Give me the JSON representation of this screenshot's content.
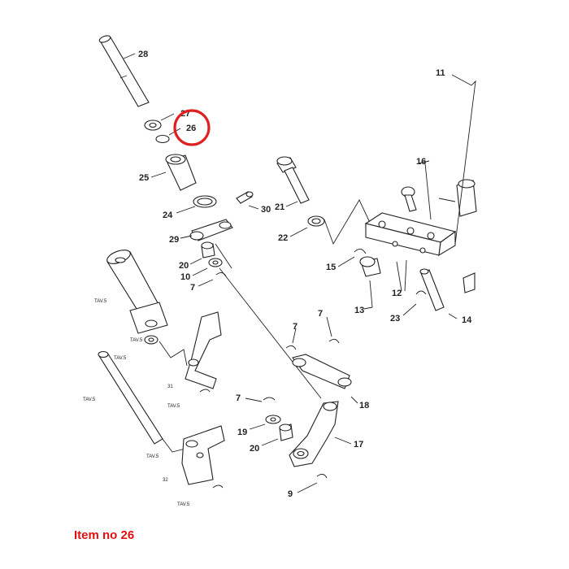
{
  "diagram": {
    "highlight_label": "26",
    "highlight_color": "#e02020",
    "callouts": {
      "c28": "28",
      "c27": "27",
      "c26": "26",
      "c25": "25",
      "c24": "24",
      "c30": "30",
      "c29": "29",
      "c20a": "20",
      "c10": "10",
      "c7a": "7",
      "c21": "21",
      "c22": "22",
      "c11": "11",
      "c16": "16",
      "c15": "15",
      "c13": "13",
      "c12": "12",
      "c23": "23",
      "c14": "14",
      "c7b": "7",
      "c7c": "7",
      "c18": "18",
      "c7d": "7",
      "c19": "19",
      "c20b": "20",
      "c17": "17",
      "c9": "9"
    },
    "tav_labels": {
      "t1": "TAV.5",
      "t2": "TAV.5",
      "t3": "TAV.5",
      "t4": "TAV.5",
      "t5": "TAV.5",
      "t6": "TAV.5",
      "t7": "TAV.5"
    },
    "small_labels": {
      "s31": "31",
      "s32": "32"
    }
  },
  "caption": {
    "text": "Item no 26",
    "color": "#e01010"
  }
}
